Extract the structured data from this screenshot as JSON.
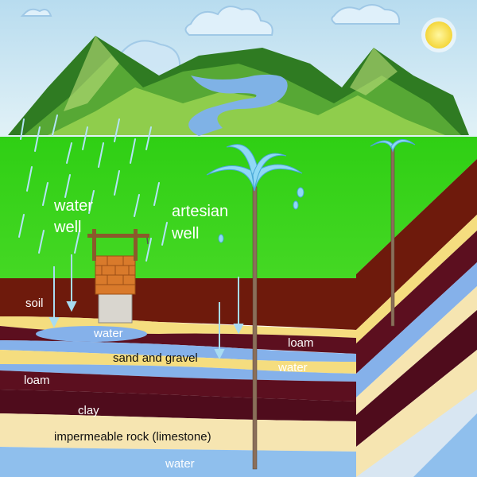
{
  "labels": {
    "water_well_line1": "water",
    "water_well_line2": "well",
    "artesian_line1": "artesian",
    "artesian_line2": "well",
    "soil": "soil",
    "water_upper": "water",
    "loam_right": "loam",
    "sand_gravel": "sand and gravel",
    "water_right": "water",
    "loam_left": "loam",
    "clay": "clay",
    "impermeable": "impermeable rock (limestone)",
    "water_bottom": "water"
  },
  "icons": {
    "sun": "sun-icon",
    "cloud": "cloud-icon",
    "rain": "rain-icon",
    "fountain": "water-fountain-icon",
    "well": "brick-well-icon"
  },
  "colors": {
    "sky": "#c9e6f2",
    "grass": "#34d116",
    "mountain": "#3f8f2c",
    "mountain_light": "#86c748",
    "river": "#7fb2e6",
    "soil": "#6e1a0c",
    "loam": "#5c0f1f",
    "sand": "#f5dd7f",
    "water": "#85b1ea",
    "clay": "#4f0c1c",
    "limestone": "#f6e5b1",
    "bottom_water": "#8fbfed",
    "sun": "#f7e04a",
    "brick": "#d97a2b"
  }
}
